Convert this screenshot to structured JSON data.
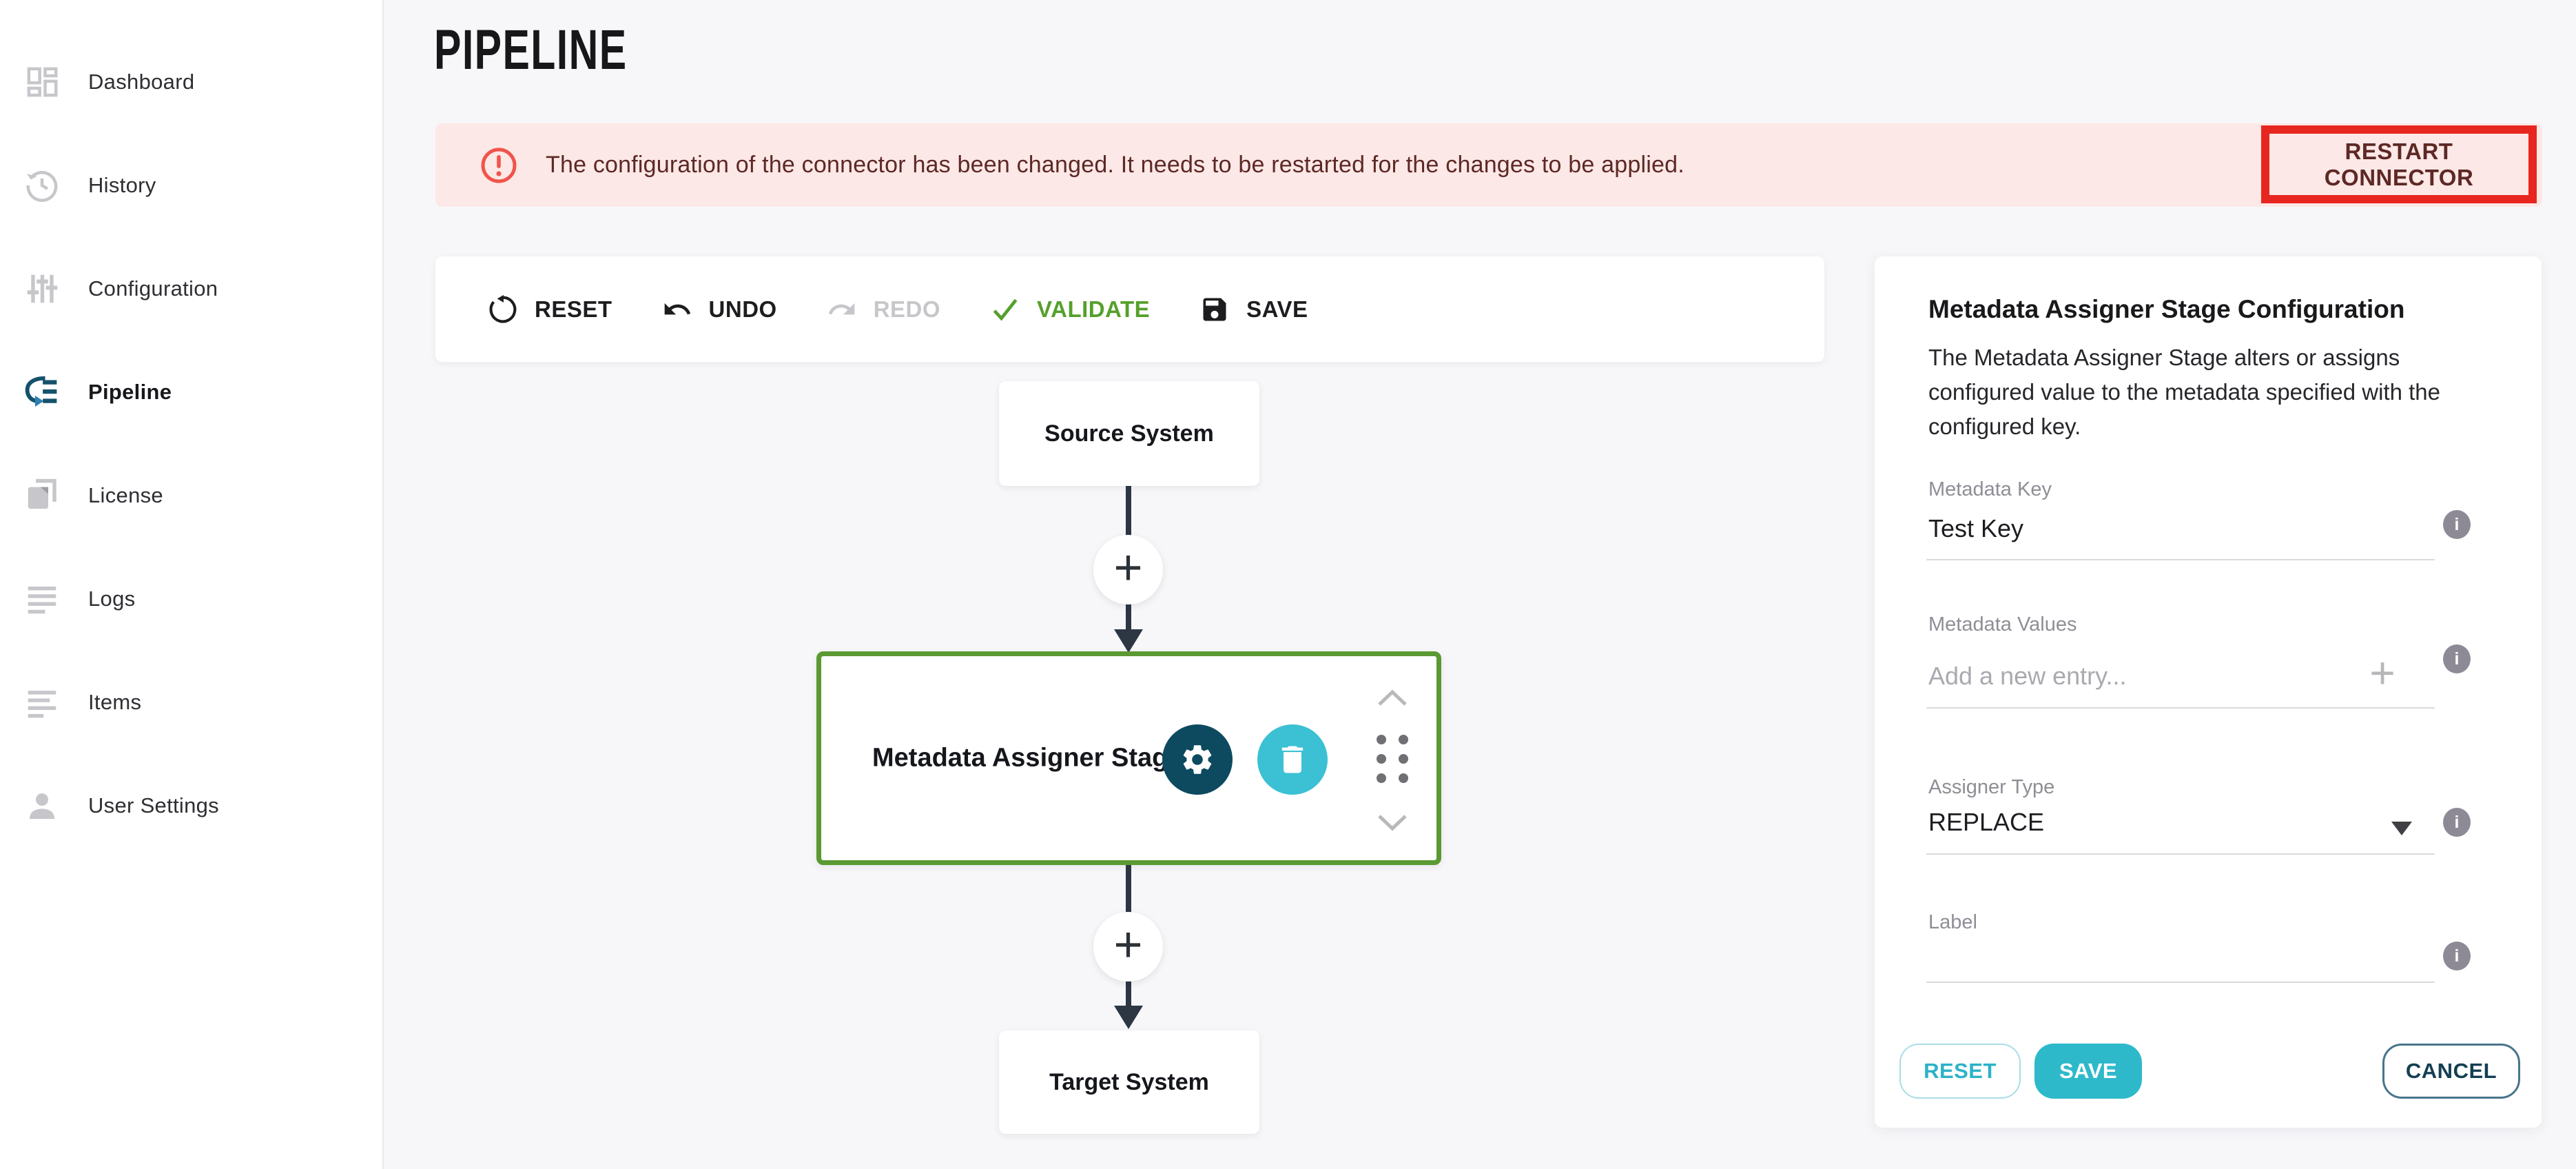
{
  "header": {
    "title": "PIPELINE"
  },
  "sidebar": {
    "items": [
      {
        "label": "Dashboard",
        "icon": "dashboard-icon",
        "active": false
      },
      {
        "label": "History",
        "icon": "history-icon",
        "active": false
      },
      {
        "label": "Configuration",
        "icon": "configuration-icon",
        "active": false
      },
      {
        "label": "Pipeline",
        "icon": "pipeline-icon",
        "active": true
      },
      {
        "label": "License",
        "icon": "license-icon",
        "active": false
      },
      {
        "label": "Logs",
        "icon": "logs-icon",
        "active": false
      },
      {
        "label": "Items",
        "icon": "items-icon",
        "active": false
      },
      {
        "label": "User Settings",
        "icon": "user-icon",
        "active": false
      }
    ]
  },
  "banner": {
    "message": "The configuration of the connector has been changed. It needs to be restarted for the changes to be applied.",
    "action_label": "RESTART CONNECTOR"
  },
  "toolbar": {
    "items": [
      {
        "label": "RESET",
        "state": "enabled"
      },
      {
        "label": "UNDO",
        "state": "enabled"
      },
      {
        "label": "REDO",
        "state": "disabled"
      },
      {
        "label": "VALIDATE",
        "state": "enabled"
      },
      {
        "label": "SAVE",
        "state": "enabled"
      }
    ]
  },
  "diagram": {
    "source_label": "Source System",
    "stage_label": "Metadata Assigner Stage",
    "target_label": "Target System",
    "add_stage_glyph": "+"
  },
  "panel": {
    "title": "Metadata Assigner Stage Configuration",
    "description": "The Metadata Assigner Stage alters or assigns configured value to the metadata specified with the configured key.",
    "metadata_key": {
      "label": "Metadata Key",
      "value": "Test Key"
    },
    "metadata_values": {
      "label": "Metadata Values",
      "placeholder": "Add a new entry...",
      "add_glyph": "+"
    },
    "assigner_type": {
      "label": "Assigner Type",
      "value": "REPLACE"
    },
    "label_field": {
      "label": "Label",
      "value": ""
    },
    "info_glyph": "i",
    "buttons": {
      "reset": "RESET",
      "save": "SAVE",
      "cancel": "CANCEL"
    }
  },
  "colors": {
    "accent": "#2eb9cb",
    "dark_teal": "#0d4a60",
    "stage_border_green": "#5b9a33",
    "validate_green": "#55a02c",
    "warning_red": "#e82620",
    "banner_bg": "#fce8e6",
    "banner_text": "#5d2825",
    "page_bg": "#f7f7f9"
  }
}
